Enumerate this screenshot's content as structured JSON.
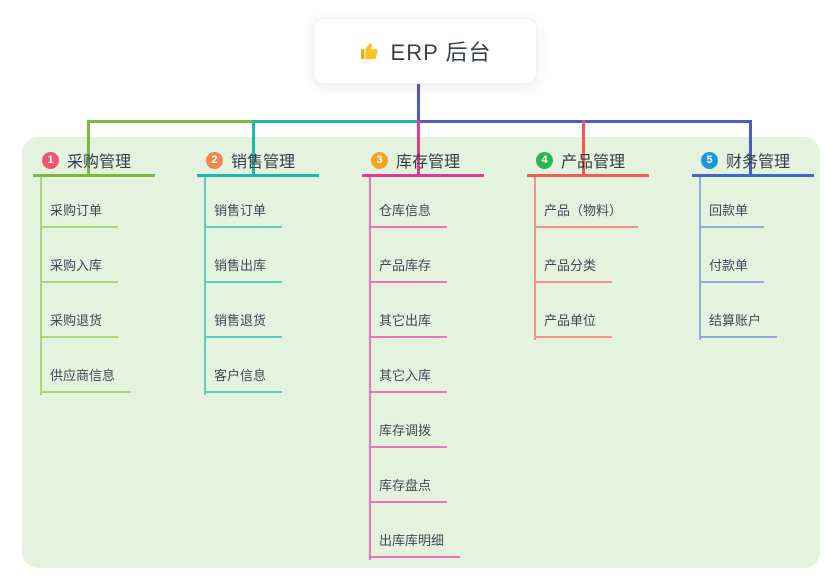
{
  "root": {
    "label": "ERP 后台",
    "icon": "thumbs-up"
  },
  "board": {
    "background_color": "#e3f3de"
  },
  "connector": {
    "stem_color": "#4d5ac8"
  },
  "icon_colors": {
    "thumb_yellow": "#f9c321",
    "thumb_shadow": "#e8a812"
  },
  "branches": [
    {
      "index": "1",
      "title": "采购管理",
      "badge_color": "#f25472",
      "line_color": "#7cb93e",
      "child_line_color": "#abd57f",
      "children": [
        "采购订单",
        "采购入库",
        "采购退货",
        "供应商信息"
      ]
    },
    {
      "index": "2",
      "title": "销售管理",
      "badge_color": "#f0884e",
      "line_color": "#1ab9ac",
      "child_line_color": "#62cabd",
      "children": [
        "销售订单",
        "销售出库",
        "销售退货",
        "客户信息"
      ]
    },
    {
      "index": "3",
      "title": "库存管理",
      "badge_color": "#f6a41f",
      "line_color": "#e23a97",
      "child_line_color": "#ef74b6",
      "children": [
        "仓库信息",
        "产品库存",
        "其它出库",
        "其它入库",
        "库存调拨",
        "库存盘点",
        "出库库明细"
      ]
    },
    {
      "index": "4",
      "title": "产品管理",
      "badge_color": "#2eb453",
      "line_color": "#f15b5b",
      "child_line_color": "#f79191",
      "children": [
        "产品（物料）",
        "产品分类",
        "产品单位"
      ]
    },
    {
      "index": "5",
      "title": "财务管理",
      "badge_color": "#1e98da",
      "line_color": "#4565cd",
      "child_line_color": "#93aade",
      "children": [
        "回款单",
        "付款单",
        "结算账户"
      ]
    }
  ]
}
